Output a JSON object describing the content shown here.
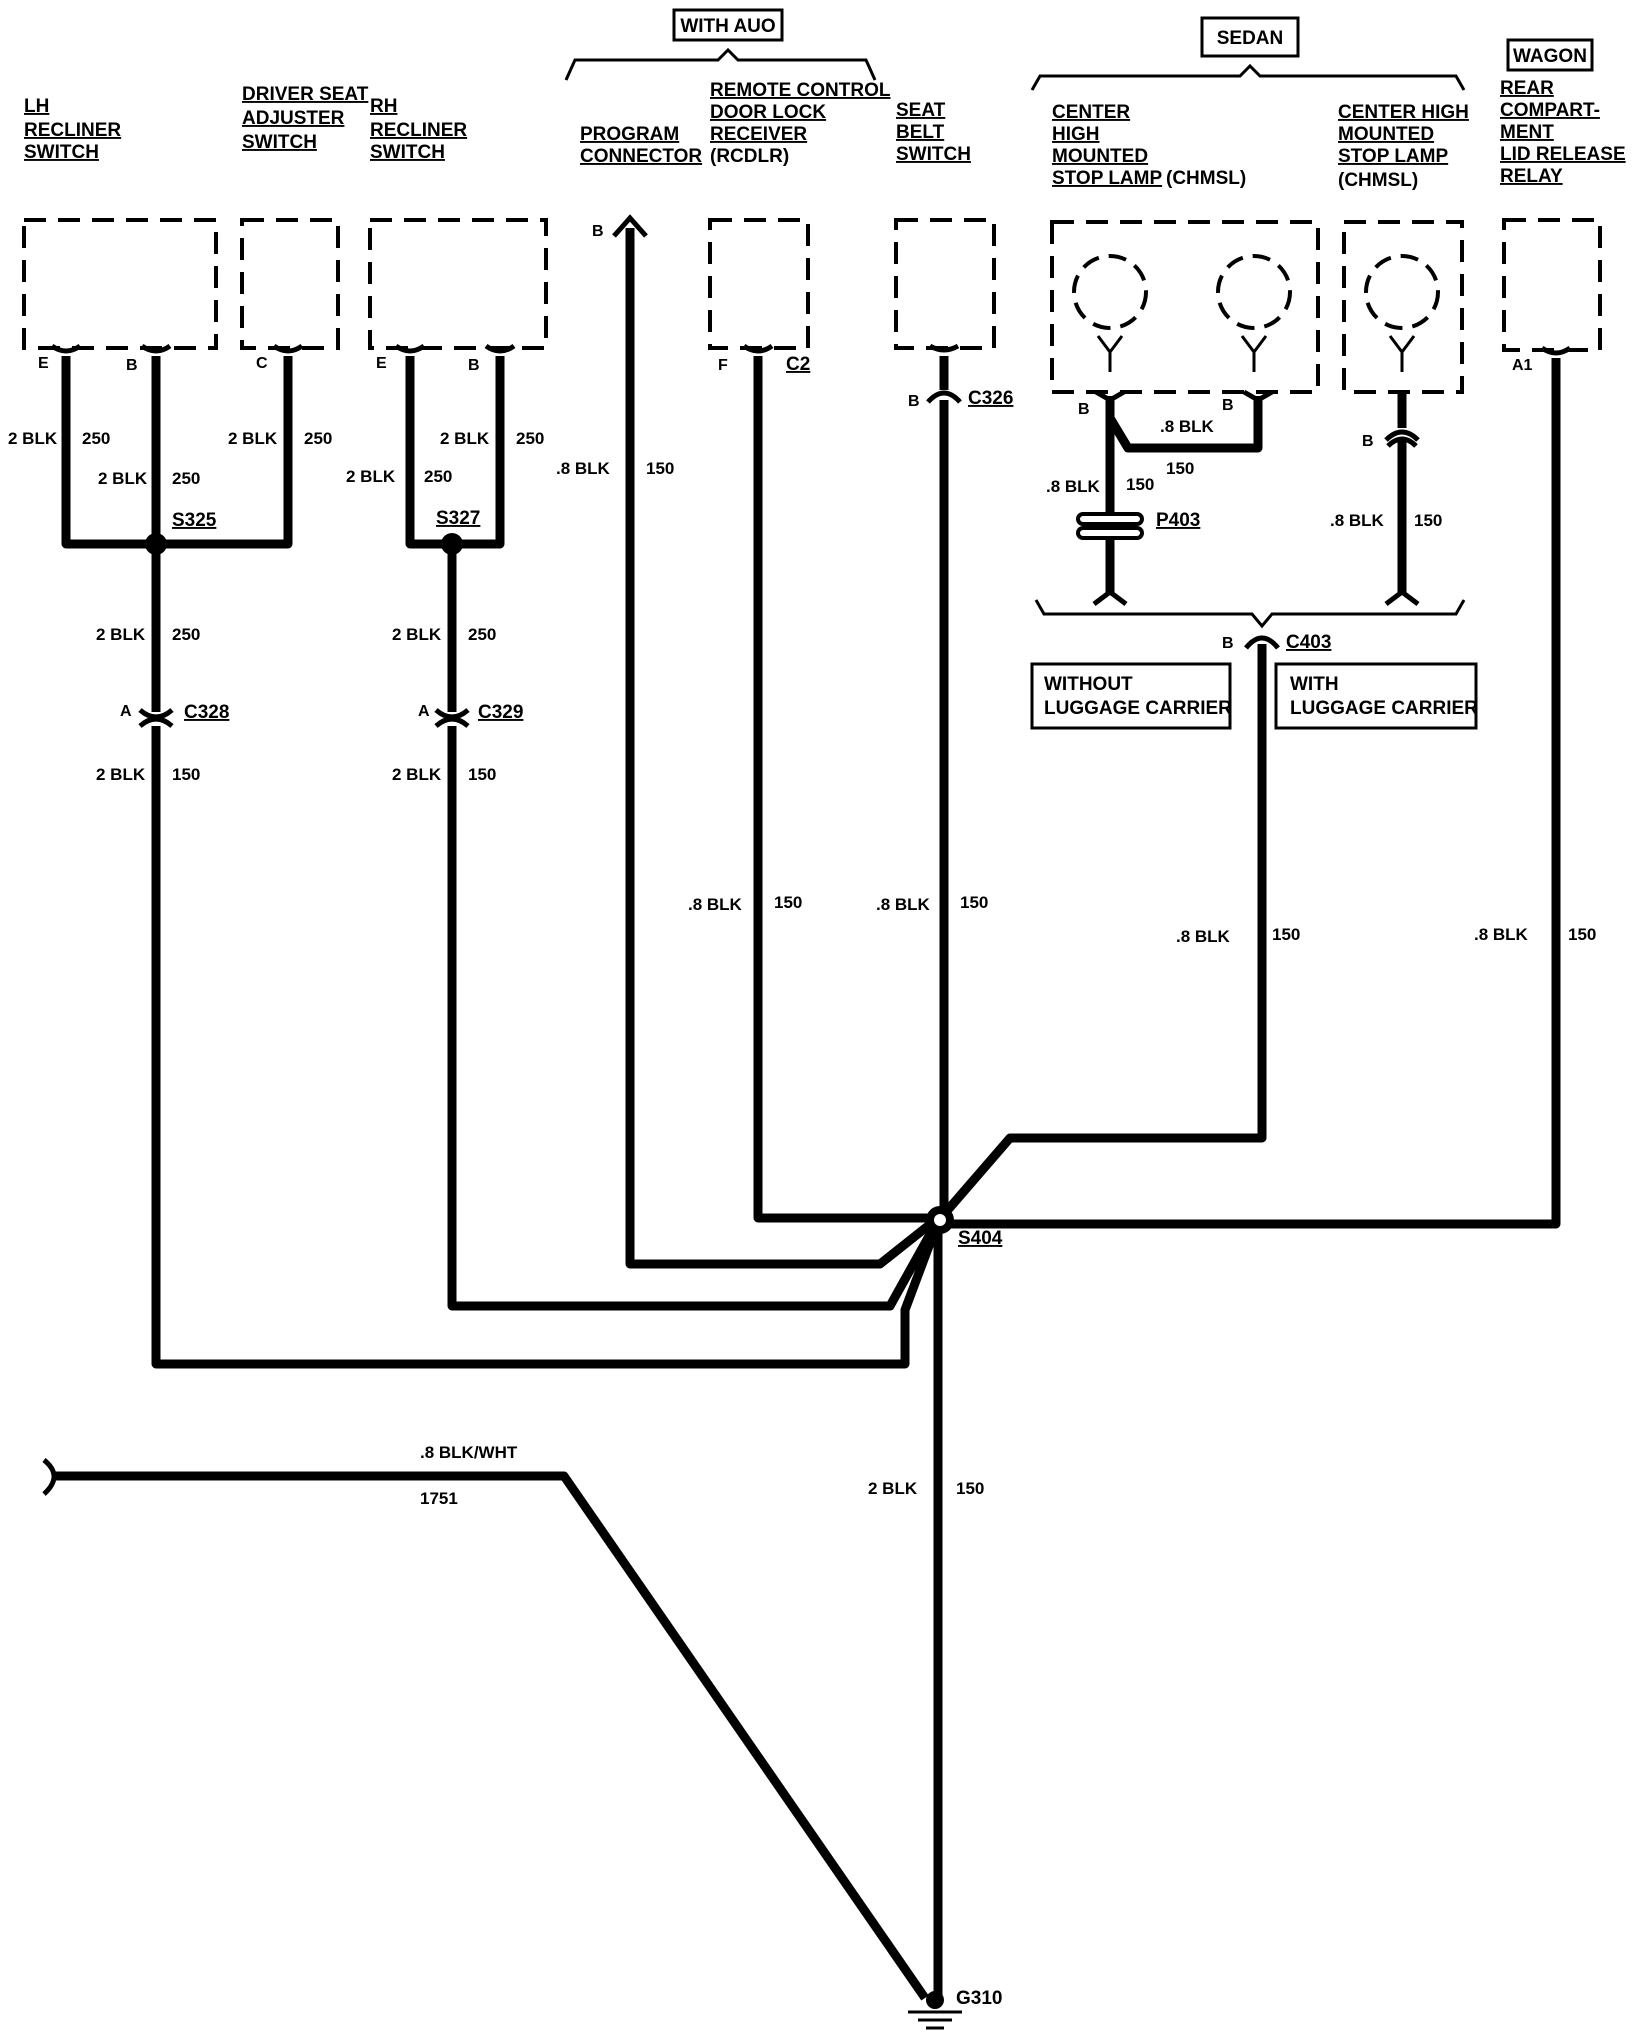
{
  "groups": {
    "with_auo": "WITH AUO",
    "sedan": "SEDAN",
    "wagon": "WAGON",
    "without_luggage": [
      "WITHOUT",
      "LUGGAGE CARRIER"
    ],
    "with_luggage": [
      "WITH",
      "LUGGAGE CARRIER"
    ]
  },
  "components": {
    "lh_recliner": [
      "LH",
      "RECLINER",
      "SWITCH"
    ],
    "driver_seat": [
      "DRIVER SEAT",
      "ADJUSTER",
      "SWITCH"
    ],
    "rh_recliner": [
      "RH",
      "RECLINER",
      "SWITCH"
    ],
    "program_connector": [
      "PROGRAM",
      "CONNECTOR"
    ],
    "rcdlr": [
      "REMOTE CONTROL",
      "DOOR LOCK",
      "RECEIVER",
      "(RCDLR)"
    ],
    "seat_belt": [
      "SEAT",
      "BELT",
      "SWITCH"
    ],
    "chmsl_sedan": [
      "CENTER",
      "HIGH",
      "MOUNTED",
      "STOP LAMP",
      "(CHMSL)"
    ],
    "chmsl_high": [
      "CENTER HIGH",
      "MOUNTED",
      "STOP LAMP",
      "(CHMSL)"
    ],
    "rear_relay": [
      "REAR",
      "COMPART-",
      "MENT",
      "LID RELEASE",
      "RELAY"
    ]
  },
  "pins": {
    "lh_e": "E",
    "lh_b": "B",
    "dsa_c": "C",
    "rh_e": "E",
    "rh_b": "B",
    "prog_b": "B",
    "rcdlr_f": "F",
    "seat_b": "B",
    "lamp1_b": "B",
    "lamp2_b": "B",
    "lamp3_b": "B",
    "relay_a1": "A1",
    "c403_b": "B",
    "c328_a": "A",
    "c329_a": "A"
  },
  "connectors": {
    "c2": "C2",
    "c326": "C326",
    "c328": "C328",
    "c329": "C329",
    "c403": "C403",
    "p403": "P403"
  },
  "splices": {
    "s325": "S325",
    "s327": "S327",
    "s404": "S404"
  },
  "ground": {
    "g310": "G310"
  },
  "wires": {
    "w_2blk": "2 BLK",
    "w_08blk": ".8 BLK",
    "w_08blkwht": ".8 BLK/WHT",
    "c250": "250",
    "c150": "150",
    "c1751": "1751"
  }
}
